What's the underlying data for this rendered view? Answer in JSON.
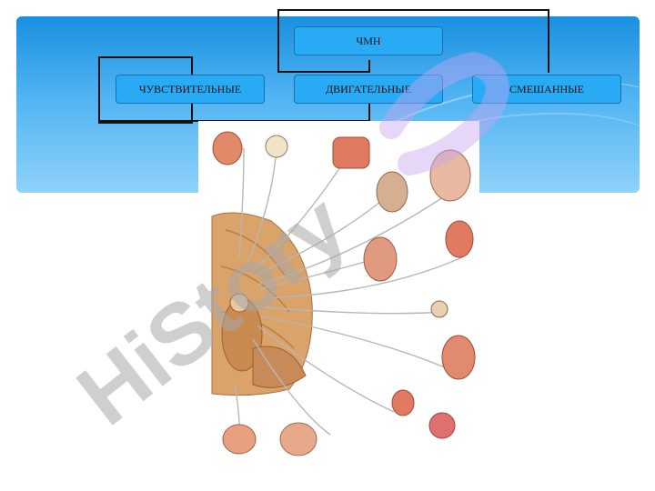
{
  "diagram": {
    "root": {
      "label": "ЧМН"
    },
    "children": [
      {
        "label": "ЧУВСТВИТЕЛЬНЫЕ"
      },
      {
        "label": "ДВИГАТЕЛЬНЫЕ"
      },
      {
        "label": "СМЕШАННЫЕ"
      }
    ]
  },
  "figure": {
    "description_icon": "cranial-nerves-anatomy-illustration"
  },
  "watermark": {
    "text": "HiStory"
  },
  "colors": {
    "banner_top": "#1a8fe0",
    "banner_bottom": "#8fd2fa",
    "node_fill": "#29aaf5",
    "node_border": "#1b6fb0",
    "watermark_gray": "#a8a8a8",
    "watermark_purple": "#c7a4f0"
  }
}
